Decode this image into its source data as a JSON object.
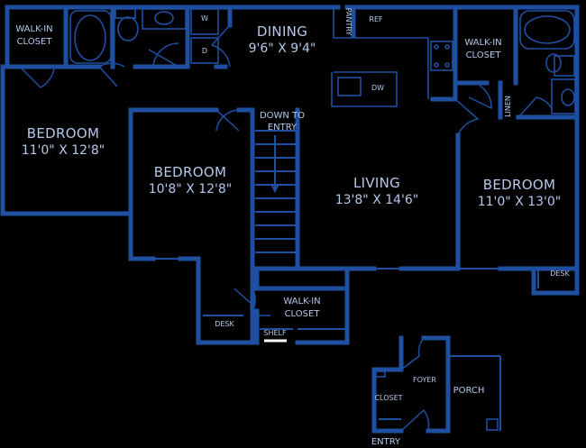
{
  "colors": {
    "background": "#000000",
    "wall": "#1f4fa0",
    "label": "#b5c7ea"
  },
  "rooms": {
    "walkin_closet_tl": {
      "line1": "WALK-IN",
      "line2": "CLOSET"
    },
    "dining": {
      "name": "DINING",
      "size": "9'6\" X 9'4\""
    },
    "pantry": "PANTRY",
    "ref": "REF",
    "dw": "DW",
    "washer": "W",
    "dryer": "D",
    "walkin_closet_tr": {
      "line1": "WALK-IN",
      "line2": "CLOSET"
    },
    "linen": "LINEN",
    "bedroom_left": {
      "name": "BEDROOM",
      "size": "11'0\" X 12'8\""
    },
    "bedroom_mid": {
      "name": "BEDROOM",
      "size": "10'8\" X 12'8\""
    },
    "down_to_entry": {
      "line1": "DOWN TO",
      "line2": "ENTRY"
    },
    "living": {
      "name": "LIVING",
      "size": "13'8\" X 14'6\""
    },
    "bedroom_right": {
      "name": "BEDROOM",
      "size": "11'0\" X 13'0\""
    },
    "desk_right": "DESK",
    "walkin_closet_mid": {
      "line1": "WALK-IN",
      "line2": "CLOSET"
    },
    "desk_mid": "DESK",
    "shelf": "SHELF",
    "closet_entry": "CLOSET",
    "foyer": "FOYER",
    "porch": "PORCH",
    "entry": "ENTRY"
  }
}
